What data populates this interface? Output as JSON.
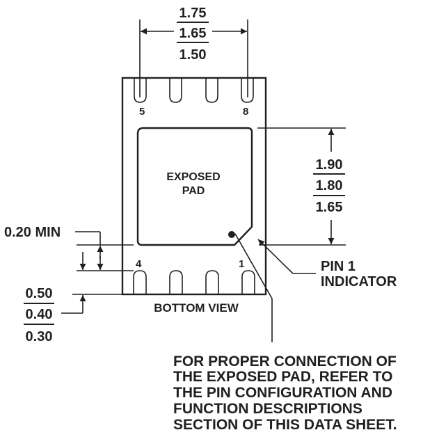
{
  "width_dims": {
    "max": "1.75",
    "nom": "1.65",
    "min": "1.50"
  },
  "pad_dims": {
    "max": "1.90",
    "nom": "1.80",
    "min": "1.65"
  },
  "gap_dim": "0.20 MIN",
  "lead_dims": {
    "max": "0.50",
    "nom": "0.40",
    "min": "0.30"
  },
  "pins": {
    "top_left": "5",
    "top_right": "8",
    "bottom_left": "4",
    "bottom_right": "1"
  },
  "exposed_pad": {
    "line1": "EXPOSED",
    "line2": "PAD"
  },
  "view_label": "BOTTOM VIEW",
  "pin1": {
    "line1": "PIN 1",
    "line2": "INDICATOR"
  },
  "note_lines": [
    "FOR PROPER CONNECTION OF",
    "THE EXPOSED PAD, REFER TO",
    "THE PIN CONFIGURATION AND",
    "FUNCTION DESCRIPTIONS",
    "SECTION OF THIS DATA SHEET."
  ]
}
